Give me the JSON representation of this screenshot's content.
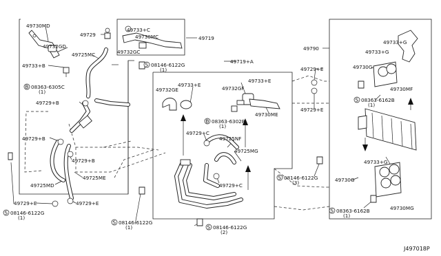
{
  "diagram_id": "J497018P",
  "labels": {
    "p49730MD": "49730MD",
    "p49729_a": "49729",
    "p49733C_a": "49733+C",
    "p49730MC": "49730MC",
    "p49719": "49719",
    "p49732GD": "49732GD",
    "p49732GC": "49732GC",
    "p49733B": "49733+B",
    "p49725MC": "49725MC",
    "s08146_top": "08146-6122G",
    "s08146_top_q": "(1)",
    "b08363_305C": "08363-6305C",
    "b08363_305C_q": "(1)",
    "p49729B_a": "49729+B",
    "p49719A": "49719+A",
    "p49733E_a": "49733+E",
    "p49733E_b": "49733+E",
    "p49732GE": "49732GE",
    "p49732GF": "49732GF",
    "p49730ME": "49730ME",
    "b08363_302B": "08363-6302B",
    "b08363_302B_q": "(1)",
    "p49729C_a": "49729+C",
    "p49725NF": "49725NF",
    "p49725MG": "49725MG",
    "p49729C_b": "49729+C",
    "p49729B_b": "49729+B",
    "p49729B_c": "49729+B",
    "p49725MD": "49725MD",
    "p49725ME": "49725ME",
    "p49729E_a": "49729+E",
    "p49729E_b": "49729+E",
    "s08146_left": "08146-6122G",
    "s08146_left_q": "(1)",
    "s08146_mid": "08146-6122G",
    "s08146_mid_q": "(1)",
    "s08146_bot": "08146-6122G",
    "s08146_bot_q": "(2)",
    "p49790": "49790",
    "p49729E_c": "49729+E",
    "p49729E_d": "49729+E",
    "p49733G_a": "49733+G",
    "p49733G_b": "49733+G",
    "p49730G_a": "49730G",
    "p49730MF": "49730MF",
    "s08363_623B_a": "08363-6162B",
    "s08363_623B_a_q": "(1)",
    "p49733G_c": "49733+G",
    "s08146_right": "08146-6122G",
    "s08146_right_q": "(3)",
    "p49730G_b": "49730G",
    "p49730MG": "49730MG",
    "s08363_623B_b": "08363-6162B",
    "s08363_623B_b_q": "(1)"
  },
  "symbols": {
    "S": "S",
    "B": "B"
  },
  "icons": [
    "screw-icon",
    "clip-icon",
    "arrow-icon",
    "hose-icon",
    "oil-cooler-icon"
  ]
}
